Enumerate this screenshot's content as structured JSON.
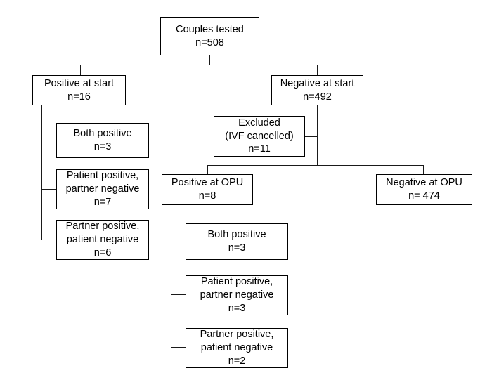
{
  "diagram": {
    "title": "IVF couples testing flowchart",
    "type": "flowchart",
    "stroke_color": "#000000",
    "background_color": "#ffffff",
    "nodes": [
      {
        "id": "couples-tested",
        "lines": [
          "Couples tested",
          "n=508"
        ],
        "label": "Couples tested",
        "count": "n=508"
      },
      {
        "id": "positive-at-start",
        "lines": [
          "Positive at start",
          "n=16"
        ],
        "label": "Positive at start",
        "count": "n=16"
      },
      {
        "id": "negative-at-start",
        "lines": [
          "Negative at start",
          "n=492"
        ],
        "label": "Negative at start",
        "count": "n=492"
      },
      {
        "id": "start-both-positive",
        "lines": [
          "Both positive",
          "n=3"
        ],
        "label": "Both positive",
        "count": "n=3"
      },
      {
        "id": "start-patient-positive",
        "lines": [
          "Patient positive,",
          "partner negative",
          "n=7"
        ],
        "label": "Patient positive, partner negative",
        "count": "n=7"
      },
      {
        "id": "start-partner-positive",
        "lines": [
          "Partner positive,",
          "patient negative",
          "n=6"
        ],
        "label": "Partner positive, patient negative",
        "count": "n=6"
      },
      {
        "id": "excluded",
        "lines": [
          "Excluded",
          "(IVF cancelled)",
          "n=11"
        ],
        "label": "Excluded (IVF cancelled)",
        "count": "n=11"
      },
      {
        "id": "positive-at-opu",
        "lines": [
          "Positive at OPU",
          "n=8"
        ],
        "label": "Positive at OPU",
        "count": "n=8"
      },
      {
        "id": "negative-at-opu",
        "lines": [
          "Negative at OPU",
          "n= 474"
        ],
        "label": "Negative at OPU",
        "count": "n= 474"
      },
      {
        "id": "opu-both-positive",
        "lines": [
          "Both positive",
          "n=3"
        ],
        "label": "Both positive",
        "count": "n=3"
      },
      {
        "id": "opu-patient-positive",
        "lines": [
          "Patient positive,",
          "partner negative",
          "n=3"
        ],
        "label": "Patient positive, partner negative",
        "count": "n=3"
      },
      {
        "id": "opu-partner-positive",
        "lines": [
          "Partner positive,",
          "patient negative",
          "n=2"
        ],
        "label": "Partner positive, patient negative",
        "count": "n=2"
      }
    ]
  }
}
